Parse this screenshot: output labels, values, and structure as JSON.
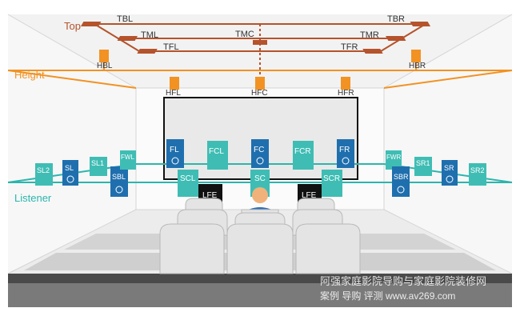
{
  "layers": {
    "top": "Top",
    "height": "Height",
    "listener": "Listener"
  },
  "colors": {
    "top": "#b5532c",
    "height": "#f29222",
    "listener": "#2bb5ad",
    "blue": "#1f6fae",
    "teal": "#3fbdb4",
    "lfe": "#111111",
    "screen": "#e9e9e9",
    "floor": "#e2e2e2"
  },
  "speakers": {
    "top": [
      {
        "id": "tbl",
        "label": "TBL"
      },
      {
        "id": "tml",
        "label": "TML"
      },
      {
        "id": "tfl",
        "label": "TFL"
      },
      {
        "id": "tmc",
        "label": "TMC"
      },
      {
        "id": "tmr",
        "label": "TMR"
      },
      {
        "id": "tfr",
        "label": "TFR"
      },
      {
        "id": "tbr",
        "label": "TBR"
      }
    ],
    "height": [
      {
        "id": "hbl",
        "label": "HBL"
      },
      {
        "id": "hfl",
        "label": "HFL"
      },
      {
        "id": "hfc",
        "label": "HFC"
      },
      {
        "id": "hfr",
        "label": "HFR"
      },
      {
        "id": "hbr",
        "label": "HBR"
      }
    ],
    "listener": [
      {
        "id": "sl2",
        "label": "SL2"
      },
      {
        "id": "sl",
        "label": "SL"
      },
      {
        "id": "sl1",
        "label": "SL1"
      },
      {
        "id": "sbl",
        "label": "SBL"
      },
      {
        "id": "fwl",
        "label": "FWL"
      },
      {
        "id": "fl",
        "label": "FL"
      },
      {
        "id": "fcl",
        "label": "FCL"
      },
      {
        "id": "fc",
        "label": "FC"
      },
      {
        "id": "fcr",
        "label": "FCR"
      },
      {
        "id": "fr",
        "label": "FR"
      },
      {
        "id": "scl",
        "label": "SCL"
      },
      {
        "id": "sc",
        "label": "SC"
      },
      {
        "id": "scr",
        "label": "SCR"
      },
      {
        "id": "fwr",
        "label": "FWR"
      },
      {
        "id": "sbr",
        "label": "SBR"
      },
      {
        "id": "sr1",
        "label": "SR1"
      },
      {
        "id": "sr",
        "label": "SR"
      },
      {
        "id": "sr2",
        "label": "SR2"
      }
    ],
    "lfe": [
      {
        "id": "lfe-left",
        "label": "LFE"
      },
      {
        "id": "lfe-right",
        "label": "LFE"
      }
    ]
  },
  "watermark": {
    "line1": "阿强家庭影院导购与家庭影院装修网",
    "line2": "案例  导购  评测   www.av269.com"
  }
}
